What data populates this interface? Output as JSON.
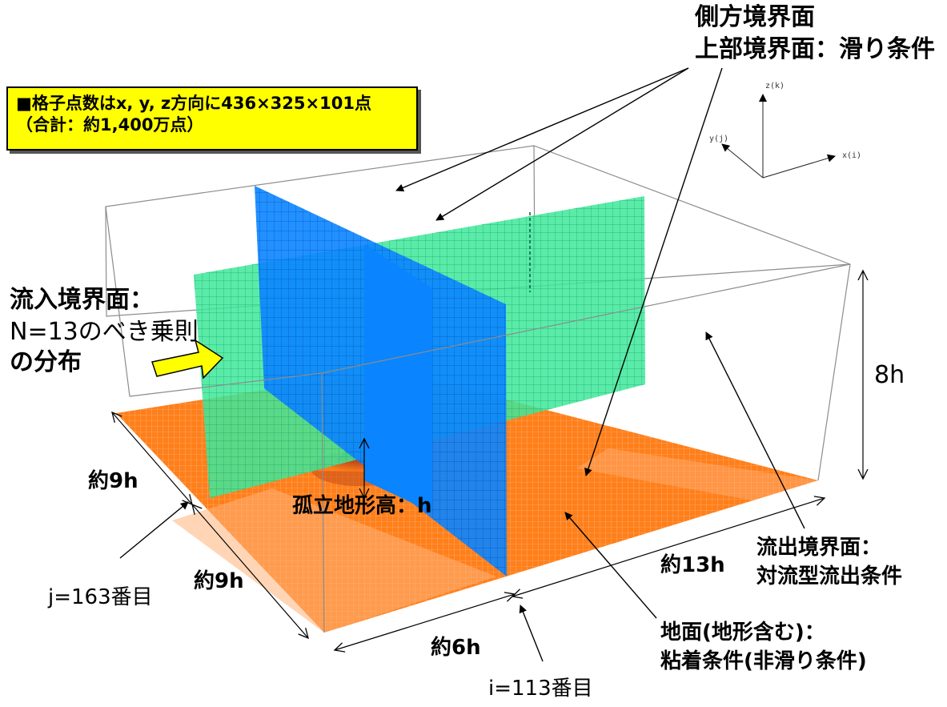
{
  "info_box": {
    "line1": "■格子点数はx, y, z方向に436×325×101点",
    "line2": "（合計：約1,400万点）"
  },
  "labels": {
    "side_boundary": "側方境界面",
    "top_boundary": "上部境界面：滑り条件",
    "inflow_title": "流入境界面：",
    "inflow_line2": "N=13のべき乗則",
    "inflow_line3": "の分布",
    "height_8h": "8h",
    "hill_height": "孤立地形高：h",
    "width_9h_upper": "約9h",
    "width_9h_lower": "約9h",
    "j_index": "j=163番目",
    "length_13h": "約13h",
    "length_6h": "約6h",
    "i_index": "i=113番目",
    "outflow_title": "流出境界面：",
    "outflow_cond": "対流型流出条件",
    "ground_title": "地面(地形含む)：",
    "ground_cond": "粘着条件(非滑り条件)"
  },
  "axes": {
    "z": "z(k)",
    "y": "y(j)",
    "x": "x(i)"
  },
  "colors": {
    "ground": "#ff7f1a",
    "xz_plane": "#0a84ff",
    "yz_plane": "#3ee89a",
    "hill": "#b23a00",
    "box_edge": "#8c8c8c",
    "arrow_fill": "#ffff00"
  }
}
